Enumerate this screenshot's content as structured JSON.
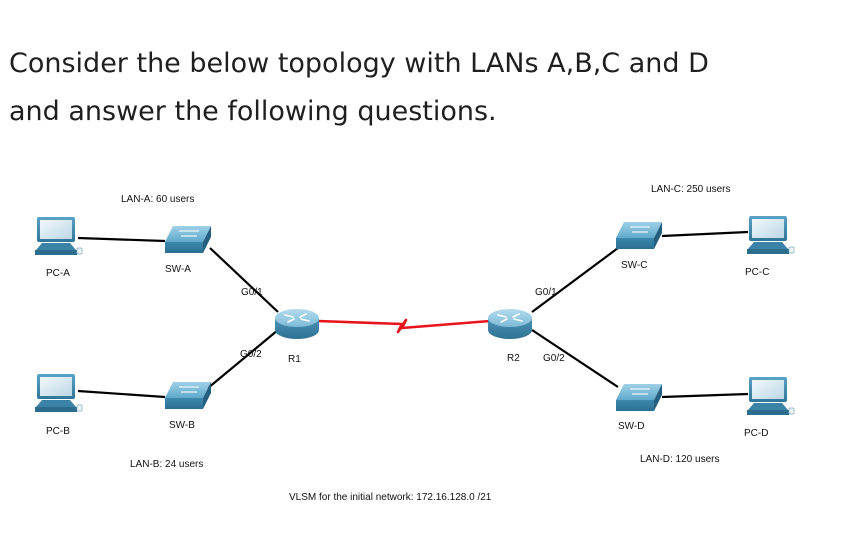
{
  "question": {
    "line1": "Consider the below topology with LANs A,B,C and D",
    "line2": "and answer the following questions."
  },
  "topology": {
    "lan_labels": {
      "a": "LAN-A: 60 users",
      "b": "LAN-B: 24 users",
      "c": "LAN-C: 250 users",
      "d": "LAN-D: 120 users"
    },
    "pcs": {
      "a": "PC-A",
      "b": "PC-B",
      "c": "PC-C",
      "d": "PC-D"
    },
    "switches": {
      "a": "SW-A",
      "b": "SW-B",
      "c": "SW-C",
      "d": "SW-D"
    },
    "routers": {
      "r1": "R1",
      "r2": "R2"
    },
    "interfaces": {
      "r1_g01": "G0/1",
      "r1_g02": "G0/2",
      "r2_g01": "G0/1",
      "r2_g02": "G0/2"
    },
    "vlsm_note": "VLSM for the initial network: 172.16.128.0 /21",
    "colors": {
      "serial_link": "#e8141c",
      "ethernet_link": "#000000",
      "device_blue": "#3f8db2",
      "router_blue": "#4c93b5"
    }
  }
}
